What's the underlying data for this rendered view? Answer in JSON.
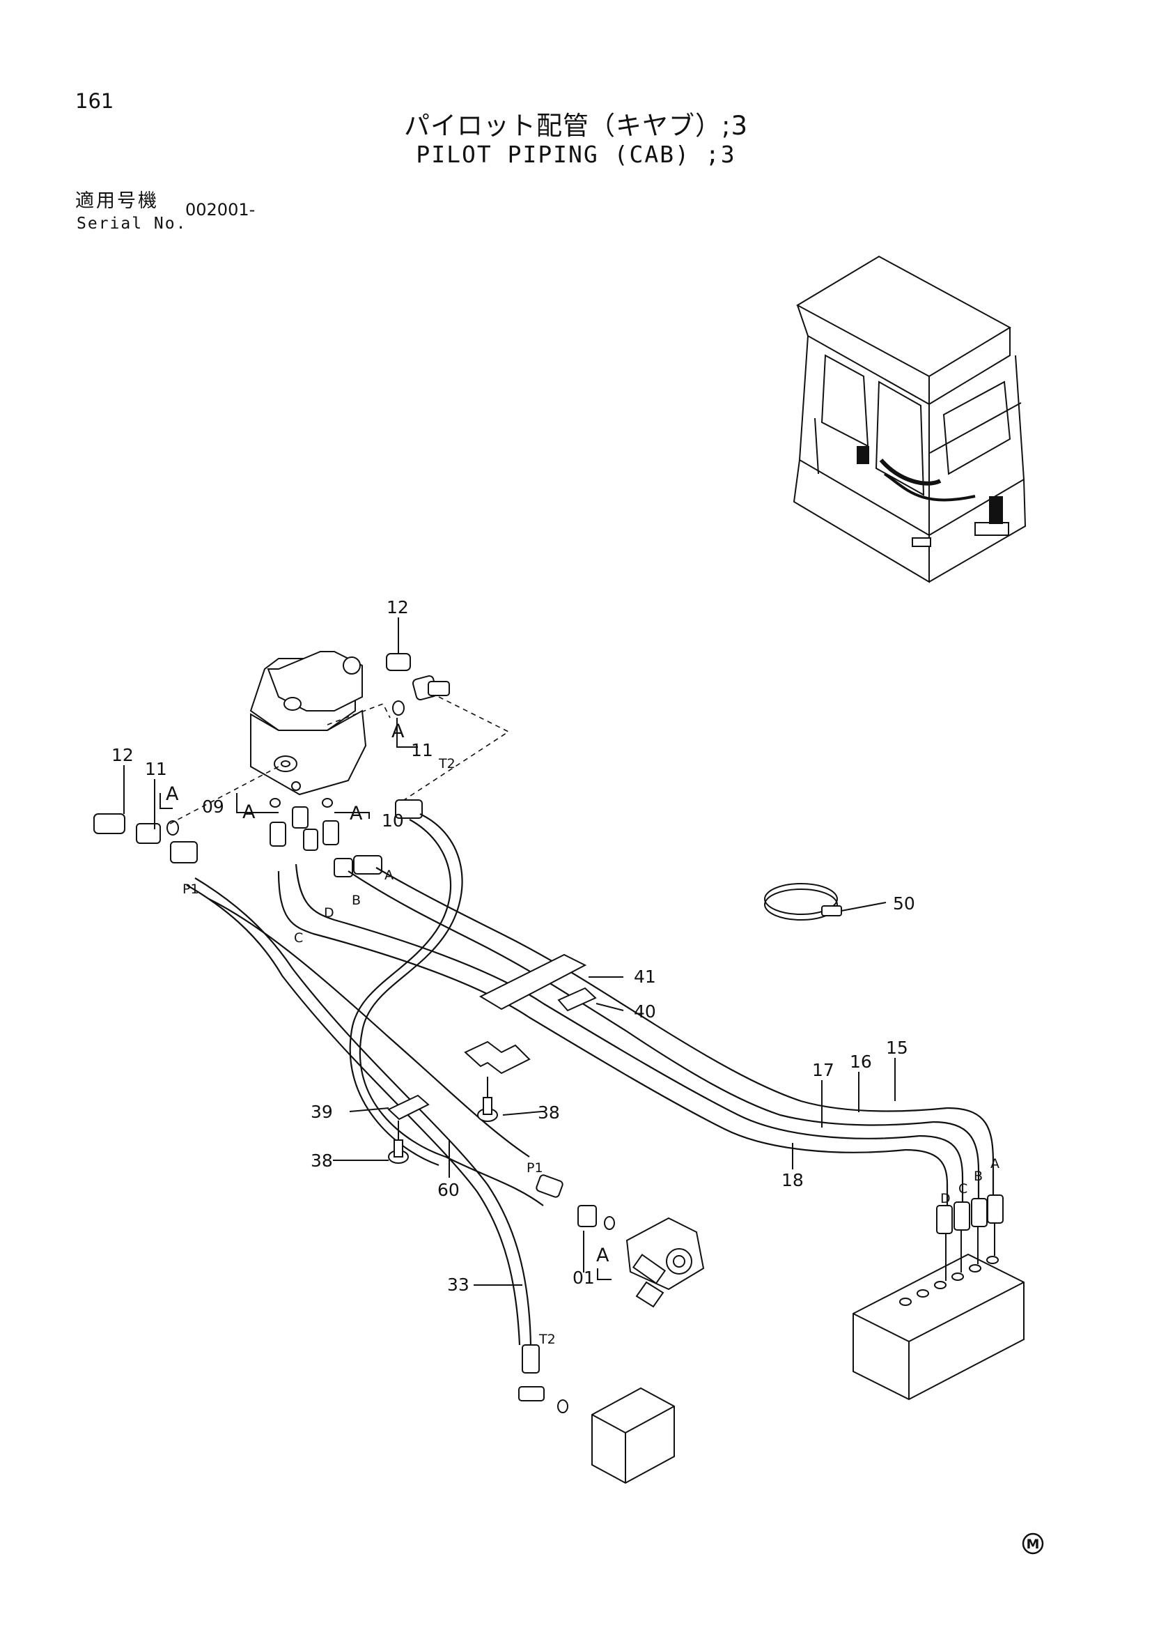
{
  "page": {
    "number": "161",
    "title_jp": "パイロット配管（キヤブ）;3",
    "title_en": "PILOT PIPING (CAB) ;3",
    "serial_label_jp": "適用号機",
    "serial_label_en": "Serial No.",
    "serial_value": "002001-",
    "mark": "M"
  },
  "callouts": {
    "c12a": "12",
    "c12b": "12",
    "c11a": "11",
    "c11b": "11",
    "c09": "09",
    "c10": "10",
    "c41": "41",
    "c40": "40",
    "c50": "50",
    "c15": "15",
    "c16": "16",
    "c17": "17",
    "c18": "18",
    "c38a": "38",
    "c38b": "38",
    "c39": "39",
    "c60": "60",
    "c01": "01",
    "c33": "33"
  },
  "port_labels": {
    "T2_top": "T2",
    "P1_left": "P1",
    "A_hose": "A",
    "B_hose": "B",
    "C_hose": "C",
    "D_hose": "D",
    "P1_bottom": "P1",
    "T2_bottom": "T2",
    "A_right": "A",
    "B_right": "B",
    "C_right": "C",
    "D_right": "D"
  },
  "section_labels": {
    "A1": "A",
    "A2": "A",
    "A3": "A",
    "A4": "A",
    "A5": "A"
  }
}
